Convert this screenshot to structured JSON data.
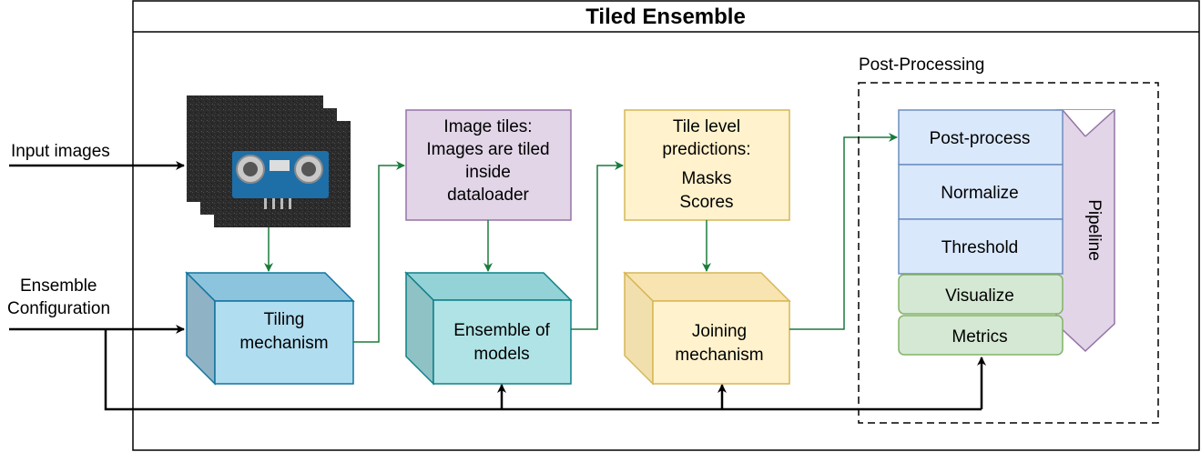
{
  "title": "Tiled Ensemble",
  "inputs": {
    "input_images": "Input images",
    "ensemble_config_line1": "Ensemble",
    "ensemble_config_line2": "Configuration"
  },
  "boxes": {
    "tiling": [
      "Tiling",
      "mechanism"
    ],
    "ensemble": [
      "Ensemble of",
      "models"
    ],
    "joining": [
      "Joining",
      "mechanism"
    ]
  },
  "notes": {
    "image_tiles": [
      "Image tiles:",
      "Images are tiled",
      "inside",
      "dataloader"
    ],
    "tile_predictions": [
      "Tile level",
      "predictions:",
      "Masks",
      "Scores"
    ]
  },
  "post_processing": {
    "label": "Post-Processing",
    "steps": [
      "Post-process",
      "Normalize",
      "Threshold",
      "Visualize",
      "Metrics"
    ],
    "pipeline_label": "Pipeline"
  },
  "colors": {
    "tiling_fill": "#b1ddf0",
    "tiling_stroke": "#10739e",
    "ensemble_fill": "#b0e3e6",
    "ensemble_stroke": "#0e8088",
    "joining_fill": "#fff2cc",
    "joining_stroke": "#d6b656",
    "note_purple": "#e1d5e7",
    "note_purple_stroke": "#9673a6",
    "note_yellow": "#fff2cc",
    "blue_step": "#dae8fc",
    "blue_step_stroke": "#6c8ebf",
    "green_step": "#d5e8d4",
    "green_step_stroke": "#82b366",
    "arrow_green": "#1a7a3c"
  }
}
